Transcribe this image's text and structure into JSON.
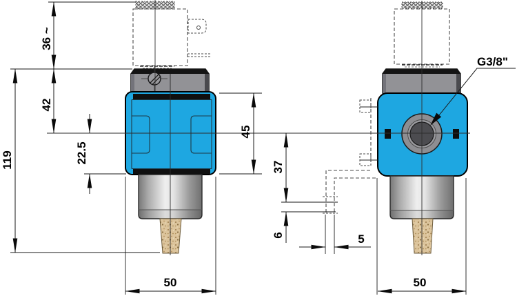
{
  "drawing": {
    "labels": {
      "dim_coil_height": "36 ~",
      "dim_top_to_center": "42",
      "dim_total_height": "119",
      "dim_center_to_base": "22.5",
      "dim_body_height": "45",
      "dim_center_to_foot": "37",
      "dim_foot_height": "6",
      "dim_bracket_thickness": "5",
      "dim_width_front": "50",
      "dim_width_side": "50",
      "port_label": "G3/8\""
    },
    "colors": {
      "body_blue": "#1EA7E1",
      "metal_gray": "#929296",
      "silencer_tan": "#DCC49C",
      "line_black": "#1A1A1A"
    }
  }
}
